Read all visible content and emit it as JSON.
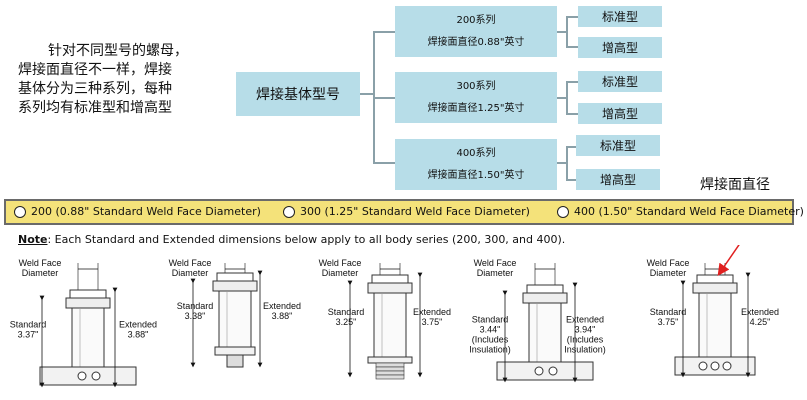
{
  "intro": {
    "lines": [
      "针对不同型号的螺母，",
      "焊接面直径不一样，焊接",
      "基体分为三种系列，每种",
      "系列均有标准型和增高型"
    ]
  },
  "tree": {
    "root": "焊接基体型号",
    "series": [
      {
        "name": "200系列",
        "desc": "焊接面直径0.88\"英寸",
        "leaves": [
          "标准型",
          "增高型"
        ]
      },
      {
        "name": "300系列",
        "desc": "焊接面直径1.25\"英寸",
        "leaves": [
          "标准型",
          "增高型"
        ]
      },
      {
        "name": "400系列",
        "desc": "焊接面直径1.50\"英寸",
        "leaves": [
          "标准型",
          "增高型"
        ]
      }
    ]
  },
  "callout": "焊接面直径",
  "options": [
    "200 (0.88\" Standard Weld Face Diameter)",
    "300 (1.25\" Standard Weld Face Diameter)",
    "400 (1.50\" Standard Weld Face Diameter)"
  ],
  "note": {
    "bold": "Note",
    "text": ": Each Standard and Extended dimensions below apply to all body series (200, 300, and 400)."
  },
  "figures": [
    {
      "weld_face": [
        "Weld Face",
        "Diameter"
      ],
      "standard": [
        "Standard",
        "3.37\""
      ],
      "extended": [
        "Extended",
        "3.88\""
      ]
    },
    {
      "weld_face": [
        "Weld Face",
        "Diameter"
      ],
      "standard": [
        "Standard",
        "3.38\""
      ],
      "extended": [
        "Extended",
        "3.88\""
      ]
    },
    {
      "weld_face": [
        "Weld Face",
        "Diameter"
      ],
      "standard": [
        "Standard",
        "3.25\""
      ],
      "extended": [
        "Extended",
        "3.75\""
      ]
    },
    {
      "weld_face": [
        "Weld Face",
        "Diameter"
      ],
      "standard": [
        "Standard",
        "3.44\"",
        "(Includes",
        "Insulation)"
      ],
      "extended": [
        "Extended",
        "3.94\"",
        "(Includes",
        "Insulation)"
      ]
    },
    {
      "weld_face": [
        "Weld Face",
        "Diameter"
      ],
      "standard": [
        "Standard",
        "3.75\""
      ],
      "extended": [
        "Extended",
        "4.25\""
      ]
    }
  ],
  "colors": {
    "box": "#b7dde8",
    "bar": "#f4e27a",
    "arrow": "#e02020"
  }
}
